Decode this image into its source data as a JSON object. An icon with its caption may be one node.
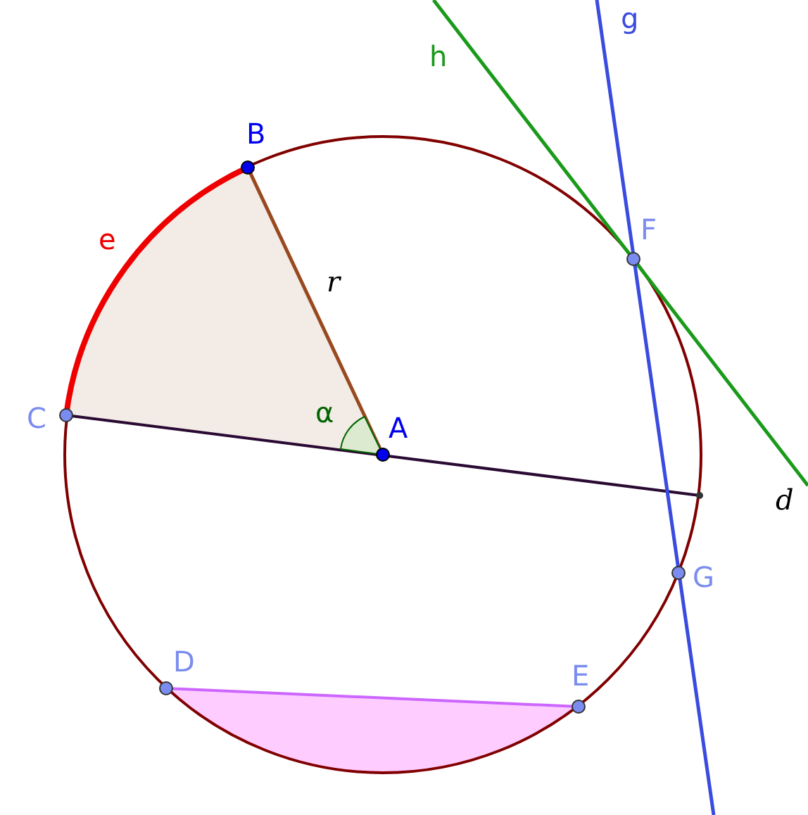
{
  "diagram": {
    "labels": [
      "g",
      "h",
      "B",
      "e",
      "F",
      "r",
      "C",
      "α",
      "A",
      "d",
      "G",
      "D",
      "E"
    ]
  }
}
